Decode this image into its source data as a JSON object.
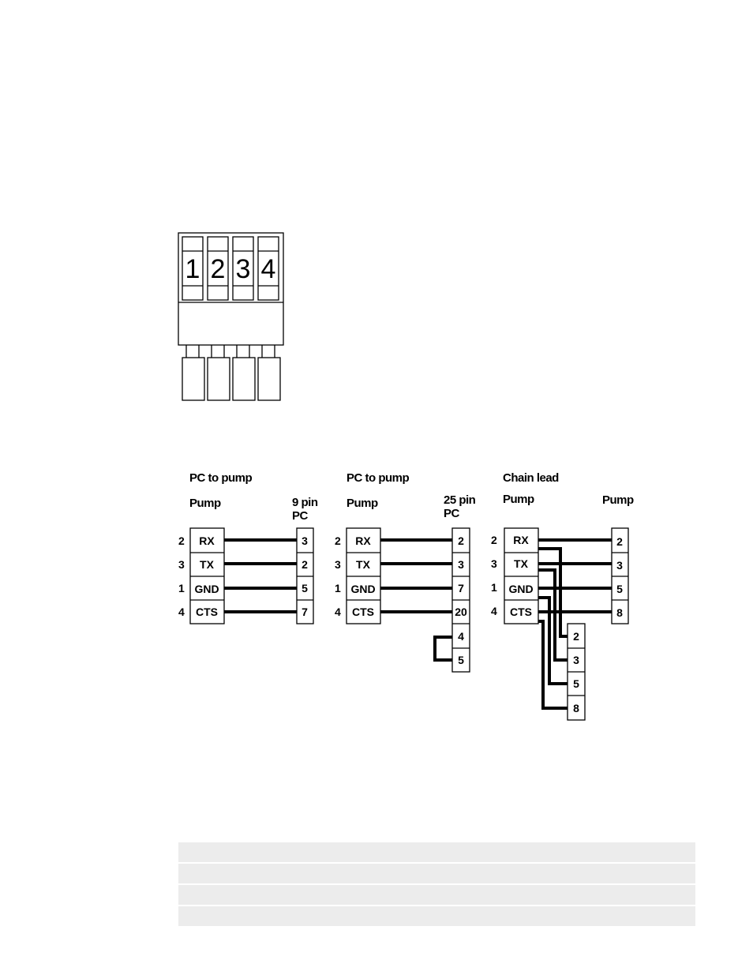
{
  "connector": {
    "terminals": [
      "1",
      "2",
      "3",
      "4"
    ]
  },
  "diagrams": [
    {
      "heading": "PC to pump",
      "left_label": "Pump",
      "right_label_line1": "9 pin",
      "right_label_line2": "PC",
      "rows": [
        {
          "pin": "2",
          "signal": "RX",
          "remote": "3"
        },
        {
          "pin": "3",
          "signal": "TX",
          "remote": "2"
        },
        {
          "pin": "1",
          "signal": "GND",
          "remote": "5"
        },
        {
          "pin": "4",
          "signal": "CTS",
          "remote": "7"
        }
      ]
    },
    {
      "heading": "PC to pump",
      "left_label": "Pump",
      "right_label_line1": "25 pin",
      "right_label_line2": "PC",
      "rows": [
        {
          "pin": "2",
          "signal": "RX",
          "remote": "2"
        },
        {
          "pin": "3",
          "signal": "TX",
          "remote": "3"
        },
        {
          "pin": "1",
          "signal": "GND",
          "remote": "7"
        },
        {
          "pin": "4",
          "signal": "CTS",
          "remote": "20"
        }
      ],
      "loopback": [
        "4",
        "5"
      ]
    },
    {
      "heading": "Chain lead",
      "left_label": "Pump",
      "right_label_line1": "Pump",
      "rows": [
        {
          "pin": "2",
          "signal": "RX",
          "remote": "2"
        },
        {
          "pin": "3",
          "signal": "TX",
          "remote": "3"
        },
        {
          "pin": "1",
          "signal": "GND",
          "remote": "5"
        },
        {
          "pin": "4",
          "signal": "CTS",
          "remote": "8"
        }
      ],
      "branch": [
        "2",
        "3",
        "5",
        "8"
      ]
    }
  ],
  "table": {
    "row_count": 4
  }
}
